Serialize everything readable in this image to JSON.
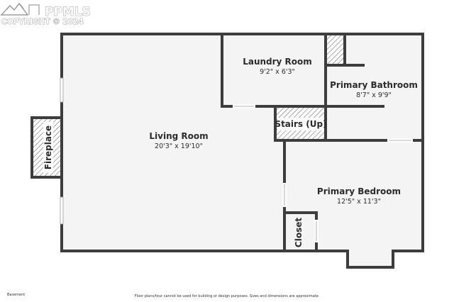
{
  "watermark": {
    "brand": "PPMLS",
    "copyright": "COPYRIGHT © 2024",
    "logo_icon": "mountain-logo-icon"
  },
  "rooms": {
    "living": {
      "name": "Living Room",
      "dims": "20'3\" x 19'10\""
    },
    "laundry": {
      "name": "Laundry Room",
      "dims": "9'2\" x 6'3\""
    },
    "bathroom": {
      "name": "Primary Bathroom",
      "dims": "8'7\" x 9'9\""
    },
    "stairs": {
      "name": "Stairs (Up)"
    },
    "bedroom": {
      "name": "Primary Bedroom",
      "dims": "12'5\" x 11'3\""
    },
    "fireplace": {
      "name": "Fireplace"
    },
    "closet": {
      "name": "Closet"
    }
  },
  "footer": {
    "level": "Basement",
    "disclaimer": "Floor plans/tour cannot be used for building or design purposes. Sizes and dimensions are approximate."
  },
  "colors": {
    "wall": "#3d3d3d",
    "floor": "#f4f4f4",
    "text": "#2b2b2b"
  }
}
